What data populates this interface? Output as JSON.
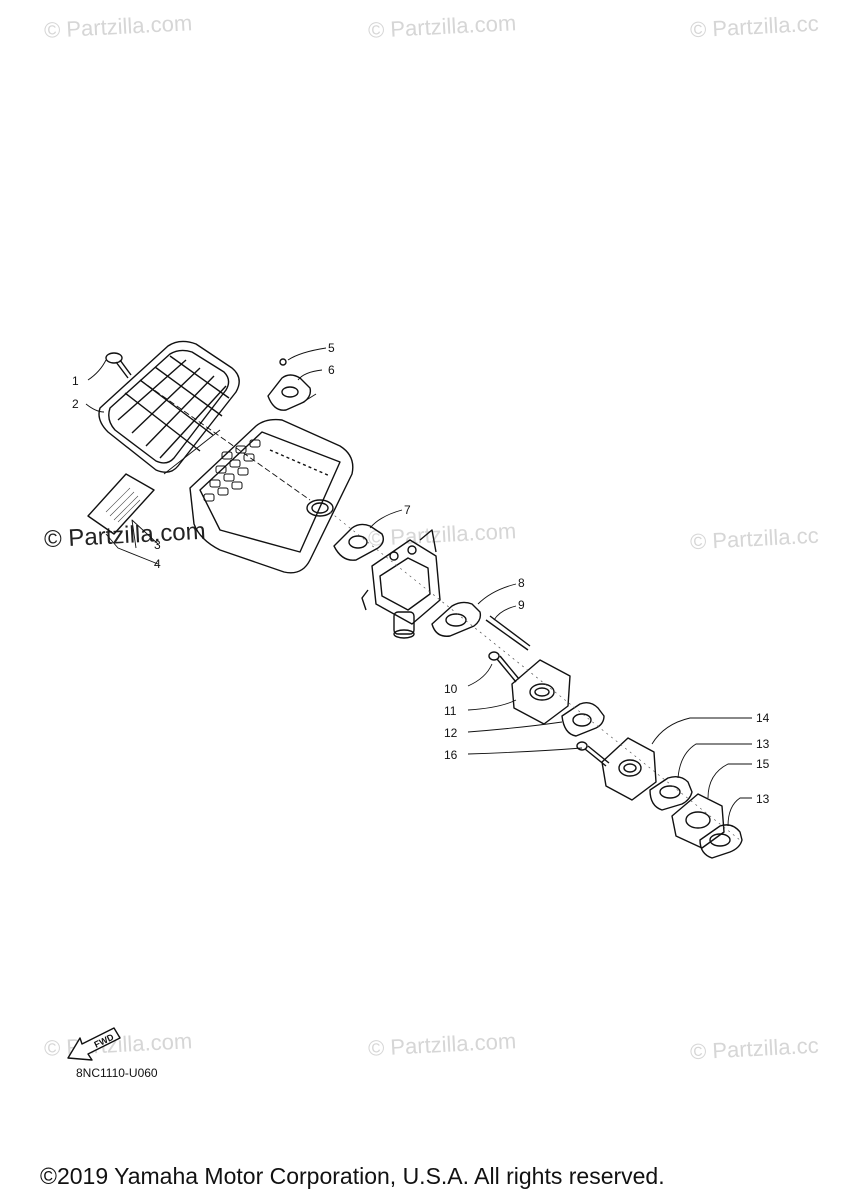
{
  "watermarks": [
    {
      "text": "© Partzilla.com"
    },
    {
      "text": "© Partzilla.com"
    },
    {
      "text": "© Partzilla.cc"
    },
    {
      "text": "© Partzilla.com"
    },
    {
      "text": "© Partzilla.com"
    },
    {
      "text": "© Partzilla.cc"
    },
    {
      "text": "© Partzilla.com"
    },
    {
      "text": "© Partzilla.com"
    },
    {
      "text": "© Partzilla.cc"
    }
  ],
  "callouts": [
    "1",
    "2",
    "3",
    "4",
    "5",
    "6",
    "7",
    "8",
    "9",
    "10",
    "11",
    "12",
    "14",
    "13",
    "15",
    "13",
    "16"
  ],
  "fwd_label": "FWD",
  "diagram_code": "8NC1110-U060",
  "copyright": "©2019 Yamaha Motor Corporation, U.S.A. All rights reserved."
}
